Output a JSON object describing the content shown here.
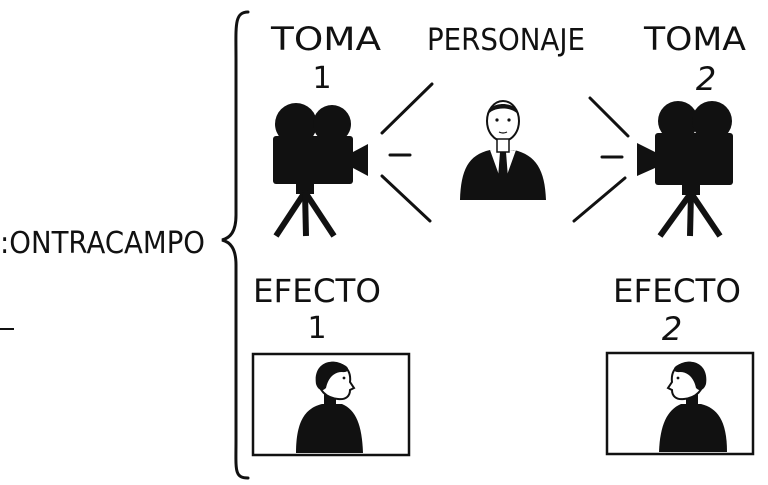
{
  "diagram": {
    "concept_label": ":ONTRACAMPO",
    "shot_1": {
      "label": "TOMA",
      "number": "1"
    },
    "subject": {
      "label": "PERSONAJE"
    },
    "shot_2": {
      "label": "TOMA",
      "number": "2"
    },
    "effect_1": {
      "label": "EFECTO",
      "number": "1"
    },
    "effect_2": {
      "label": "EFECTO",
      "number": "2"
    }
  },
  "colors": {
    "ink": "#111111",
    "paper": "#ffffff"
  }
}
